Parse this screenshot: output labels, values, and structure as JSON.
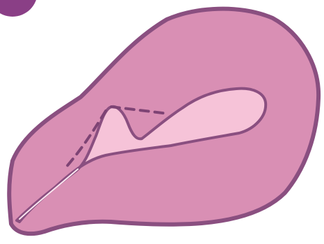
{
  "diagram": {
    "colors": {
      "background": "#ffffff",
      "badge": "#8a3f86",
      "outer_outline": "#8a4f80",
      "wall_fill": "#d98fb4",
      "cavity_fill": "#f6c3d8",
      "cavity_outline": "#8a4f80",
      "dashed_line": "#7e4374",
      "canal_highlight": "#fbe7f0"
    },
    "shapes": [
      "corner-badge",
      "outer-organ",
      "inner-cavity",
      "dashed-line-top",
      "dashed-line-left"
    ]
  }
}
